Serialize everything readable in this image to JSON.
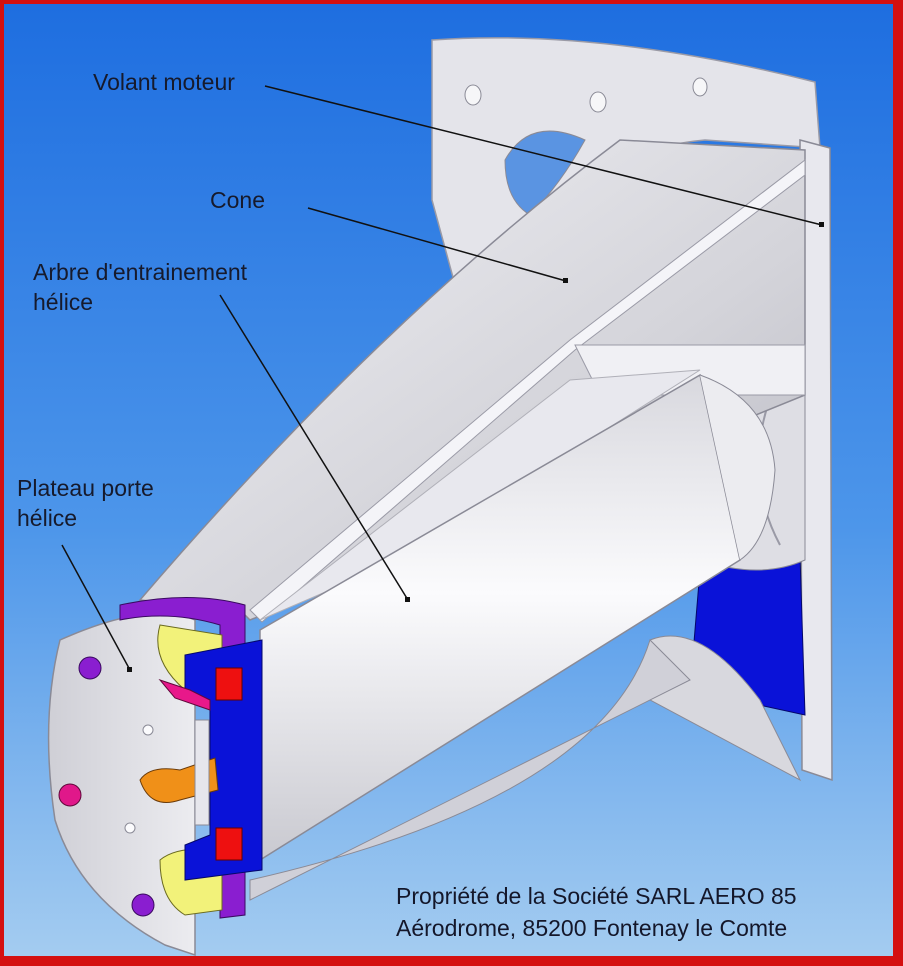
{
  "labels": {
    "volant_moteur": "Volant moteur",
    "cone": "Cone",
    "arbre_line1": "Arbre d'entrainement",
    "arbre_line2": "hélice",
    "plateau_line1": "Plateau porte",
    "plateau_line2": "hélice"
  },
  "copyright": {
    "line1": "Propriété de la Société SARL AERO 85",
    "line2": "Aérodrome, 85200 Fontenay le Comte"
  },
  "colors": {
    "frame": "#d41010",
    "sky_top": "#1e6ee0",
    "sky_bottom": "#9cc6ee",
    "metal": "#d9d9df",
    "blue_part": "#0a10d8",
    "purple_part": "#8a1ed0",
    "yellow_part": "#f2f27a",
    "red_part": "#ee1010",
    "magenta_part": "#e8188a",
    "orange_part": "#f09018"
  }
}
